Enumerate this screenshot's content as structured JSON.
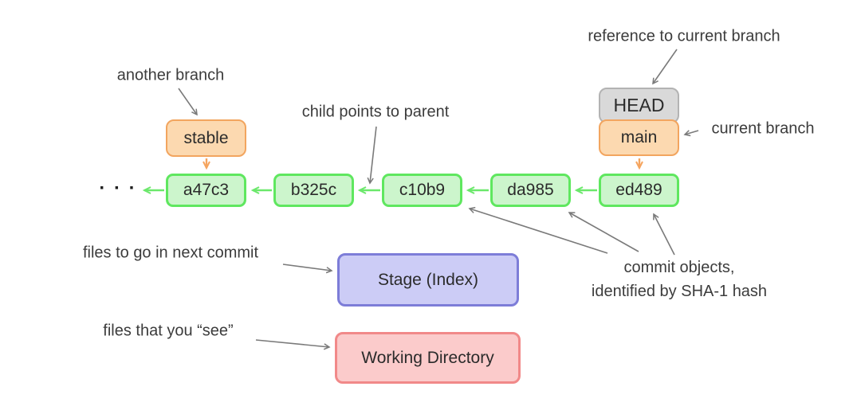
{
  "diagram": {
    "ellipsis": "· · ·",
    "commits": [
      {
        "id": "a47c3"
      },
      {
        "id": "b325c"
      },
      {
        "id": "c10b9"
      },
      {
        "id": "da985"
      },
      {
        "id": "ed489"
      }
    ],
    "refs": {
      "head": "HEAD",
      "main": "main",
      "stable": "stable"
    },
    "areas": {
      "stage": "Stage (Index)",
      "working": "Working Directory"
    },
    "annotations": {
      "another_branch": "another branch",
      "child_points_to_parent": "child points to parent",
      "reference_to_current_branch": "reference to current branch",
      "current_branch": "current branch",
      "files_next_commit": "files to go in next commit",
      "files_you_see": "files that you “see”",
      "commit_objects_line1": "commit objects,",
      "commit_objects_line2": "identified by SHA-1 hash"
    },
    "colors": {
      "commit_fill": "#ccf5cc",
      "commit_border": "#5fe75f",
      "branch_fill": "#fcd9b0",
      "branch_border": "#f2a55f",
      "head_fill": "#d9d9d9",
      "head_border": "#b3b3b3",
      "stage_fill": "#ccccf6",
      "stage_border": "#7d7dd8",
      "working_fill": "#fbcbcb",
      "working_border": "#f18989",
      "arrow_gray": "#7a7a7a",
      "arrow_green": "#6be86b",
      "arrow_orange": "#f5a45e",
      "text": "#3c3c3c"
    }
  }
}
